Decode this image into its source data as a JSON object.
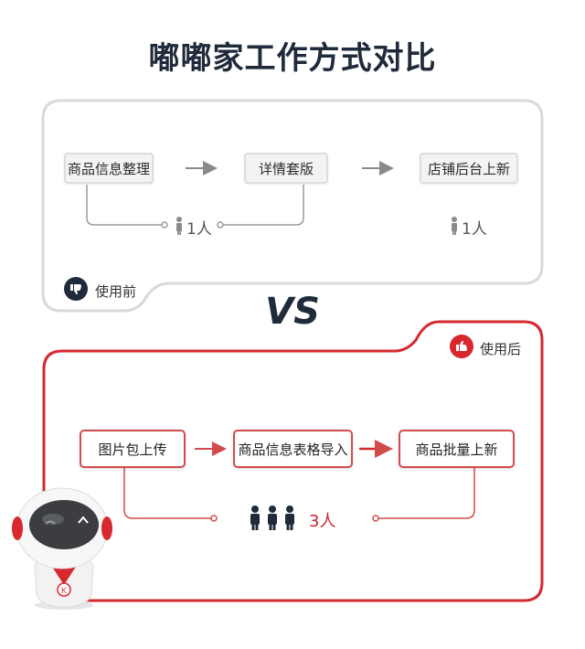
{
  "title": "嘟嘟家工作方式对比",
  "before": {
    "label": "使用前",
    "steps": [
      "商品信息整理",
      "详情套版",
      "店铺后台上新"
    ],
    "group1_people": "1人",
    "group2_people": "1人"
  },
  "vs": "VS",
  "after": {
    "label": "使用后",
    "steps": [
      "图片包上传",
      "商品信息表格导入",
      "商品批量上新"
    ],
    "people": "3人"
  },
  "colors": {
    "dark": "#1f2a3a",
    "red": "#d8282f",
    "gray_border": "#d9d9d9"
  }
}
